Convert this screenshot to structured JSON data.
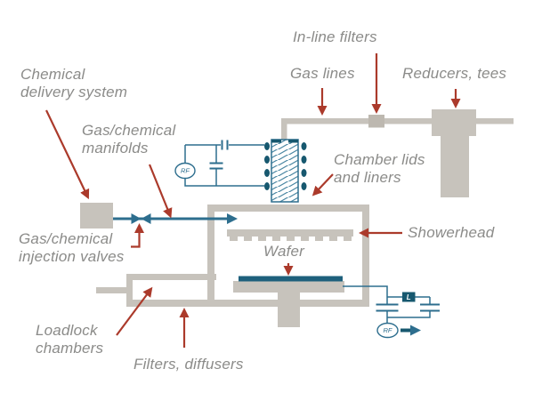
{
  "colors": {
    "background": "#ffffff",
    "component_gray": "#c7c3bc",
    "filter_gray": "#bdb8b0",
    "line_blue": "#2d6e8e",
    "dark_teal": "#17586f",
    "wafer_blue": "#1e607c",
    "hatch_blue": "#4a86a2",
    "arrow_red": "#ab3a2b",
    "label_gray": "#8b8b89"
  },
  "labels": {
    "chemical_delivery_system": "Chemical\ndelivery system",
    "gas_chemical_manifolds": "Gas/chemical\nmanifolds",
    "in_line_filters": "In-line filters",
    "gas_lines": "Gas lines",
    "reducers_tees": "Reducers, tees",
    "chamber_lids_and_liners": "Chamber lids\nand liners",
    "showerhead": "Showerhead",
    "wafer": "Wafer",
    "gas_chemical_injection_valves": "Gas/chemical\ninjection valves",
    "loadlock_chambers": "Loadlock\nchambers",
    "filters_diffusers": "Filters, diffusers"
  },
  "symbols": {
    "rf_source_top": "RF",
    "rf_source_bottom": "RF",
    "inductor": "L"
  }
}
